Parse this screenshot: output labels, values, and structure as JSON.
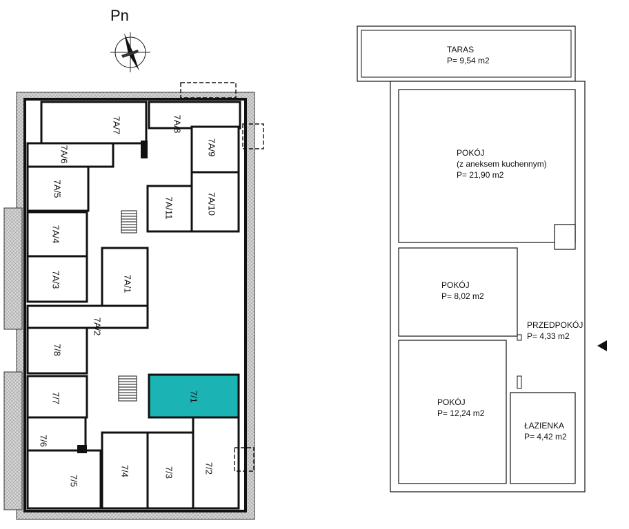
{
  "compass": {
    "label": "Pn"
  },
  "units": [
    {
      "id": "7A/7",
      "label": "7A/7"
    },
    {
      "id": "7A/8",
      "label": "7A/8"
    },
    {
      "id": "7A/9",
      "label": "7A/9"
    },
    {
      "id": "7A/6",
      "label": "7A/6"
    },
    {
      "id": "7A/5",
      "label": "7A/5"
    },
    {
      "id": "7A/11",
      "label": "7A/11"
    },
    {
      "id": "7A/10",
      "label": "7A/10"
    },
    {
      "id": "7A/4",
      "label": "7A/4"
    },
    {
      "id": "7A/3",
      "label": "7A/3"
    },
    {
      "id": "7A/1",
      "label": "7A/1"
    },
    {
      "id": "7A/2",
      "label": "7A/2"
    },
    {
      "id": "7/8",
      "label": "7/8"
    },
    {
      "id": "7/7",
      "label": "7/7"
    },
    {
      "id": "7/1",
      "label": "7/1"
    },
    {
      "id": "7/6",
      "label": "7/6"
    },
    {
      "id": "7/5",
      "label": "7/5"
    },
    {
      "id": "7/4",
      "label": "7/4"
    },
    {
      "id": "7/3",
      "label": "7/3"
    },
    {
      "id": "7/2",
      "label": "7/2"
    }
  ],
  "highlight": {
    "unit": "7/1",
    "color": "#1bb3b3"
  },
  "rooms": {
    "taras": {
      "name": "TARAS",
      "area": "P= 9,54 m2"
    },
    "pokoj_main": {
      "name": "POKÓJ",
      "note": "(z aneksem kuchennym)",
      "area": "P= 21,90 m2"
    },
    "pokoj_small": {
      "name": "POKÓJ",
      "area": "P= 8,02 m2"
    },
    "przedpokoj": {
      "name": "PRZEDPOKÓJ",
      "area": "P= 4,33 m2"
    },
    "pokoj_3": {
      "name": "POKÓJ",
      "area": "P= 12,24 m2"
    },
    "lazienka": {
      "name": "ŁAZIENKA",
      "area": "P= 4,42 m2"
    }
  }
}
